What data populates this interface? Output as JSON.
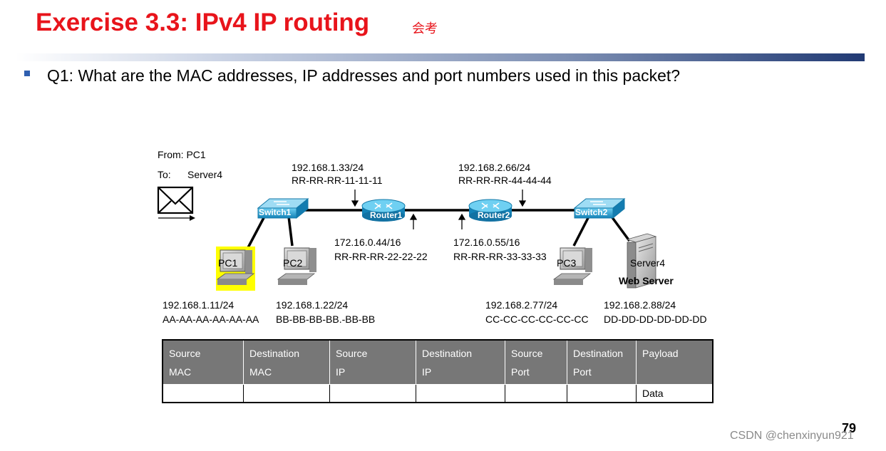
{
  "slide": {
    "title": "Exercise 3.3: IPv4 IP routing",
    "title_tag": "会考",
    "question": "Q1: What are the MAC addresses, IP addresses and port numbers used in this packet?",
    "page_number": "79",
    "watermark": "CSDN @chenxinyun921"
  },
  "diagram": {
    "from_label": "From: PC1",
    "to_prefix": "To:",
    "to_target": "Server4",
    "router1_left_ip": "192.168.1.33/24",
    "router1_left_mac": "RR-RR-RR-11-11-11",
    "router2_right_ip": "192.168.2.66/24",
    "router2_right_mac": "RR-RR-RR-44-44-44",
    "router1_right_ip": "172.16.0.44/16",
    "router1_right_mac": "RR-RR-RR-22-22-22",
    "router2_left_ip": "172.16.0.55/16",
    "router2_left_mac": "RR-RR-RR-33-33-33",
    "switch1": "Switch1",
    "switch2": "Switch2",
    "router1": "Router1",
    "router2": "Router2",
    "pc1": "PC1",
    "pc2": "PC2",
    "pc3": "PC3",
    "server4": "Server4",
    "server_role": "Web Server",
    "pc1_ip": "192.168.1.11/24",
    "pc1_mac": "AA-AA-AA-AA-AA-AA",
    "pc2_ip": "192.168.1.22/24",
    "pc2_mac": "BB-BB-BB-BB.-BB-BB",
    "pc3_ip": "192.168.2.77/24",
    "pc3_mac": "CC-CC-CC-CC-CC-CC",
    "server_ip": "192.168.2.88/24",
    "server_mac": "DD-DD-DD-DD-DD-DD",
    "highlight_color": "#ffff00",
    "device_color": "#1fa3d8"
  },
  "packet_table": {
    "headers": [
      {
        "line1": "Source",
        "line2": "MAC"
      },
      {
        "line1": "Destination",
        "line2": "MAC"
      },
      {
        "line1": "Source",
        "line2": "IP"
      },
      {
        "line1": "Destination",
        "line2": "IP"
      },
      {
        "line1": "Source",
        "line2": "Port"
      },
      {
        "line1": "Destination",
        "line2": "Port"
      },
      {
        "line1": "Payload",
        "line2": ""
      }
    ],
    "row": [
      "",
      "",
      "",
      "",
      "",
      "",
      "Data"
    ]
  }
}
